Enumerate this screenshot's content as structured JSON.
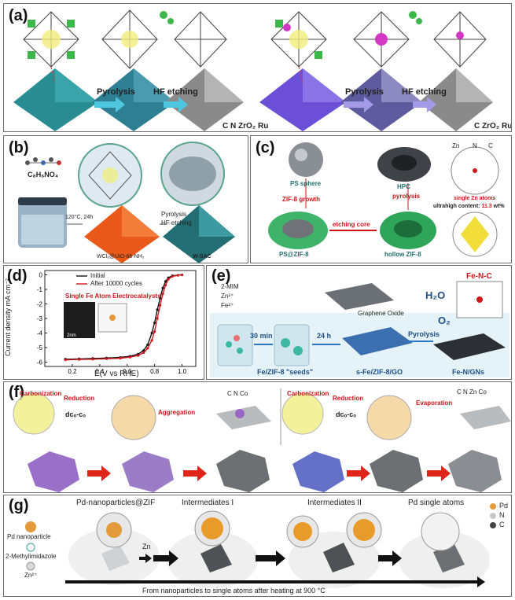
{
  "panel_a": {
    "letter": "(a)",
    "arrow1": "Pyrolysis",
    "arrow2": "HF etching",
    "arrow3": "Pyrolysis",
    "arrow4": "HF etching",
    "legend_left": "C  N  ZrO₂ Ru",
    "legend_right": "C  ZrO₂ Ru"
  },
  "panel_b": {
    "letter": "(b)",
    "formula": "C₈H₆NO₄",
    "cond": "120°C, 24h",
    "step1": "Pyrolysis",
    "step2": "HF etching",
    "mof_label": "WCl₆@UiO-66-NH₂",
    "product": "W-SAC"
  },
  "panel_c": {
    "letter": "(c)",
    "legend": [
      "Zn",
      "N",
      "C"
    ],
    "ps": "PS sphere",
    "growth": "ZIF-8 growth",
    "hpc": "HPC",
    "pyro": "pyrolysis",
    "single": "single Zn atoms",
    "content_pre": "ultrahigh content: ",
    "content_val": "11.3",
    "content_unit": " wt%",
    "ps_zif": "PS@ZIF-8",
    "etch": "etching core",
    "hollow": "hollow ZIF-8"
  },
  "panel_d": {
    "letter": "(d)",
    "ylabel": "Current density mA cm⁻²",
    "xlabel": "E(V vs RHE)",
    "legend1": "Initial",
    "legend2": "After 10000 cycles",
    "inset_title": "Single Fe Atom Electrocatalysts",
    "scale": "2nm",
    "xticks": [
      "0.2",
      "0.4",
      "0.6",
      "0.8",
      "1.0"
    ],
    "yticks": [
      "0",
      "-1",
      "-2",
      "-3",
      "-4",
      "-5",
      "-6"
    ]
  },
  "chart_data": {
    "type": "line",
    "xlabel": "E(V vs RHE)",
    "ylabel": "Current density mA cm⁻²",
    "xlim": [
      0.0,
      1.1
    ],
    "ylim": [
      -6.3,
      0.3
    ],
    "series": [
      {
        "name": "Initial",
        "x": [
          0.15,
          0.25,
          0.35,
          0.45,
          0.55,
          0.62,
          0.68,
          0.72,
          0.75,
          0.78,
          0.8,
          0.82,
          0.84,
          0.86,
          0.88,
          0.9,
          0.93,
          0.97,
          1.0
        ],
        "y": [
          -5.8,
          -5.78,
          -5.75,
          -5.72,
          -5.68,
          -5.6,
          -5.45,
          -5.2,
          -4.8,
          -4.0,
          -3.3,
          -2.4,
          -1.6,
          -0.9,
          -0.45,
          -0.2,
          -0.06,
          -0.02,
          0.0
        ],
        "color": "#111111"
      },
      {
        "name": "After 10000 cycles",
        "x": [
          0.15,
          0.25,
          0.35,
          0.45,
          0.55,
          0.62,
          0.68,
          0.72,
          0.75,
          0.78,
          0.8,
          0.82,
          0.84,
          0.86,
          0.88,
          0.9,
          0.93,
          0.97,
          1.0
        ],
        "y": [
          -5.85,
          -5.82,
          -5.8,
          -5.77,
          -5.73,
          -5.66,
          -5.55,
          -5.35,
          -5.05,
          -4.5,
          -3.9,
          -3.0,
          -2.1,
          -1.3,
          -0.7,
          -0.3,
          -0.1,
          -0.03,
          0.0
        ],
        "color": "#d0151b"
      }
    ]
  },
  "panel_e": {
    "letter": "(e)",
    "mim": "2-MIM",
    "zn": "Zn²⁺",
    "fe": "Fe²⁺",
    "go": "Graphene Oxide",
    "t1": "30 min",
    "t2": "24 h",
    "pyro": "Pyrolysis",
    "seeds": "Fe/ZIF-8  \"seeds\"",
    "sfe": "s-Fe/ZIF-8/GO",
    "fegn": "Fe-N/GNs",
    "h2o": "H₂O",
    "o2": "O₂",
    "fenc": "Fe-N-C"
  },
  "panel_f": {
    "letter": "(f)",
    "carb1": "Carbonization",
    "red1": "Reduction",
    "dcoco1": "dᴄₒ-ᴄₒ",
    "agg": "Aggregation",
    "legend1": "C  N  Co",
    "carb2": "Carbonization",
    "red2": "Reduction",
    "dcoco2": "dᴄₒ-ᴄₒ",
    "evap": "Evaporation",
    "legend2": "C  N  Zn  Co"
  },
  "panel_g": {
    "letter": "(g)",
    "t0": "Pd-nanoparticles@ZIF",
    "t1": "Intermediates I",
    "t2": "Intermediates II",
    "t3": "Pd single atoms",
    "pdnp": "Pd nanoparticle",
    "mim": "2-Methylimidazole",
    "zn2": "Zn²⁺",
    "zn": "Zn",
    "leg": [
      "Pd",
      "N",
      "C"
    ],
    "bottom": "From nanoparticles to single atoms after heating at 900 °C"
  },
  "colors": {
    "teal": "#2a8c93",
    "purple": "#7b5cd6",
    "red": "#e0251b",
    "orange": "#e8591a",
    "violet": "#9a6fc7",
    "blue": "#2a78c8"
  }
}
